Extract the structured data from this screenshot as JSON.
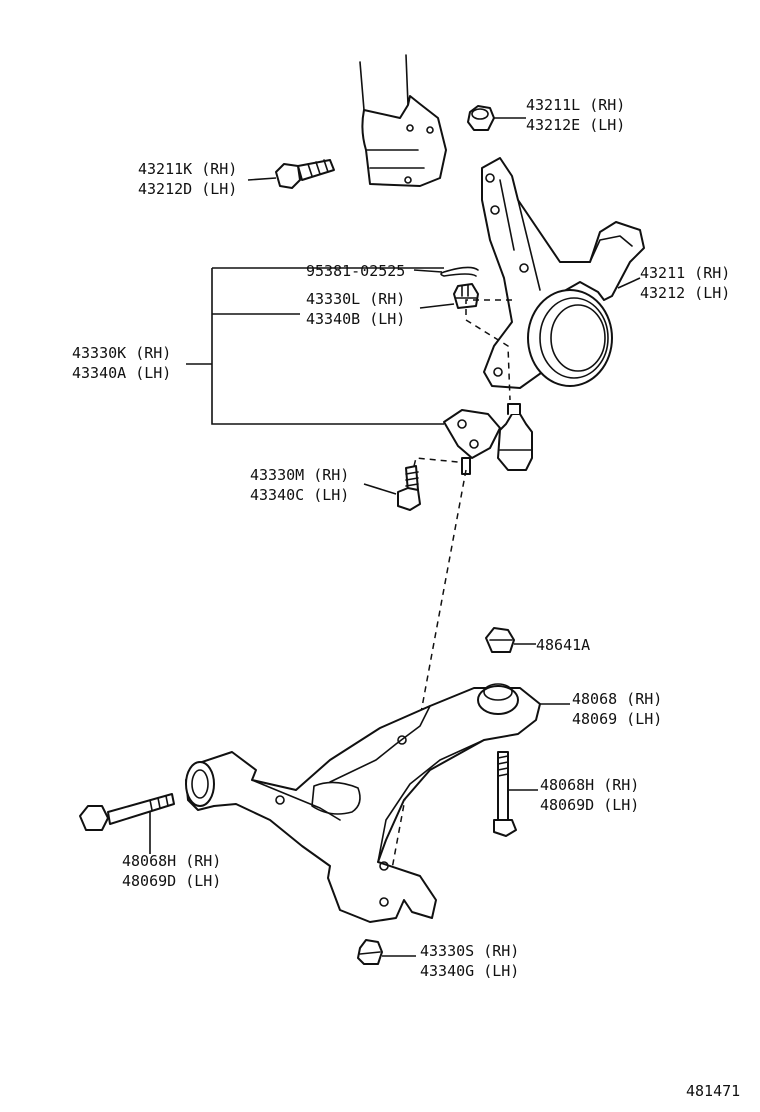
{
  "labels": {
    "lower_arm_nut": [
      "43211L (RH)",
      "43212E (LH)"
    ],
    "knuckle_bolt": [
      "43211K (RH)",
      "43212D (LH)"
    ],
    "cotter_pin": "95381-02525",
    "ball_joint_nut": [
      "43330L (RH)",
      "43340B (LH)"
    ],
    "ball_joint_assy": [
      "43330K (RH)",
      "43340A (LH)"
    ],
    "steering_knuckle": [
      "43211 (RH)",
      "43212 (LH)"
    ],
    "ball_joint_bolt": [
      "43330M (RH)",
      "43340C (LH)"
    ],
    "arm_nut": "48641A",
    "lower_arm": [
      "48068 (RH)",
      "48069 (LH)"
    ],
    "rear_bolt": [
      "48068H (RH)",
      "48069D (LH)"
    ],
    "front_bolt": [
      "48068H (RH)",
      "48069D (LH)"
    ],
    "ball_joint_lower_nut": [
      "43330S (RH)",
      "43340G (LH)"
    ]
  },
  "figure_number": "481471"
}
